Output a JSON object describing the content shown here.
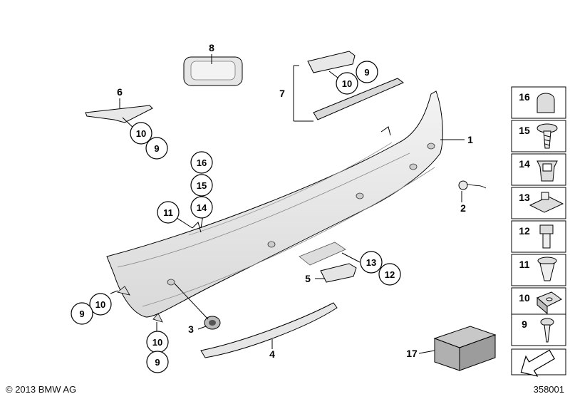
{
  "callouts": [
    {
      "id": "c8",
      "label": "8"
    },
    {
      "id": "c6",
      "label": "6"
    },
    {
      "id": "c10a",
      "label": "10"
    },
    {
      "id": "c9a",
      "label": "9"
    },
    {
      "id": "c7",
      "label": "7"
    },
    {
      "id": "c10b",
      "label": "10"
    },
    {
      "id": "c9b",
      "label": "9"
    },
    {
      "id": "c1",
      "label": "1"
    },
    {
      "id": "c2",
      "label": "2"
    },
    {
      "id": "c16",
      "label": "16"
    },
    {
      "id": "c15",
      "label": "15"
    },
    {
      "id": "c14",
      "label": "14"
    },
    {
      "id": "c11",
      "label": "11"
    },
    {
      "id": "c13",
      "label": "13"
    },
    {
      "id": "c12",
      "label": "12"
    },
    {
      "id": "c5",
      "label": "5"
    },
    {
      "id": "c10c",
      "label": "10"
    },
    {
      "id": "c9c",
      "label": "9"
    },
    {
      "id": "c3",
      "label": "3"
    },
    {
      "id": "c10d",
      "label": "10"
    },
    {
      "id": "c9d",
      "label": "9"
    },
    {
      "id": "c4",
      "label": "4"
    },
    {
      "id": "c17",
      "label": "17"
    }
  ],
  "sidebar_items": [
    {
      "label": "16",
      "icon": "plug-cap-icon"
    },
    {
      "label": "15",
      "icon": "screw-washer-icon"
    },
    {
      "label": "14",
      "icon": "expanding-nut-icon"
    },
    {
      "label": "13",
      "icon": "clip-nut-icon"
    },
    {
      "label": "12",
      "icon": "bolt-icon"
    },
    {
      "label": "11",
      "icon": "rivet-icon"
    },
    {
      "label": "10",
      "icon": "square-nut-icon"
    },
    {
      "label": "9",
      "icon": "tapping-screw-icon"
    },
    {
      "label": "",
      "icon": "arrow-icon"
    }
  ],
  "footer": {
    "copyright": "© 2013 BMW AG",
    "diagram_id": "358001"
  },
  "colors": {
    "line": "#000000",
    "part_fill": "#ececec",
    "part_shade": "#d4d4d4"
  }
}
